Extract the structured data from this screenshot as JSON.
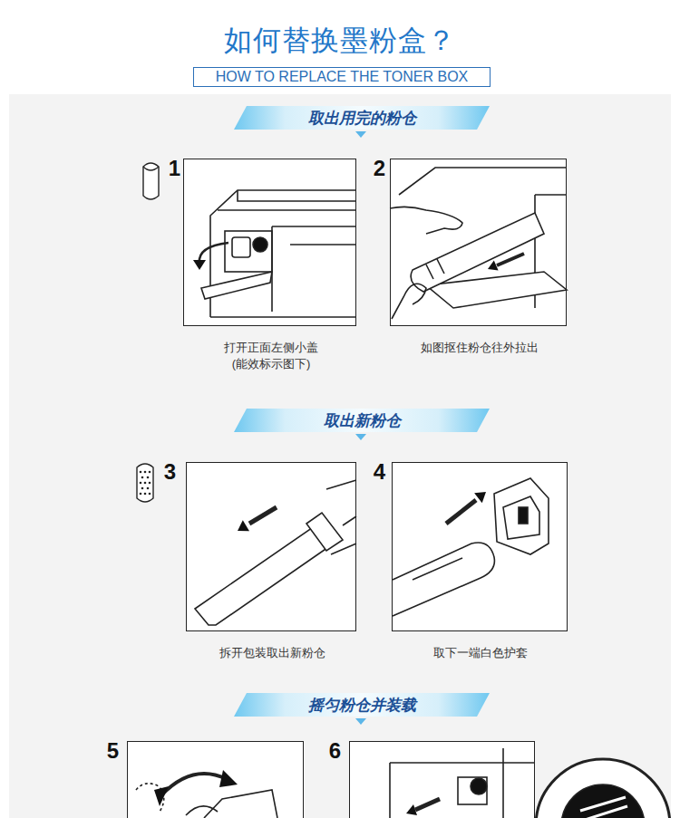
{
  "diagram": {
    "title": "如何替换墨粉盒？",
    "nodes": [
      {
        "text": [
          "HOW TO REPLACE THE TONER BOX"
        ]
      },
      {
        "text": [
          "取出用完的粉仓"
        ]
      },
      {
        "text": [
          "1",
          "打开正面左侧小盖 (能效标示图下)"
        ]
      },
      {
        "text": [
          "2",
          "如图抠住粉仓往外拉出"
        ]
      },
      {
        "text": [
          "取出新粉仓"
        ]
      },
      {
        "text": [
          "3",
          "拆开包装取出新粉仓"
        ]
      },
      {
        "text": [
          "4",
          "取下一端白色护套"
        ]
      },
      {
        "text": [
          "摇匀粉仓并装载"
        ]
      },
      {
        "text": [
          "5"
        ]
      },
      {
        "text": [
          "6"
        ]
      }
    ]
  }
}
